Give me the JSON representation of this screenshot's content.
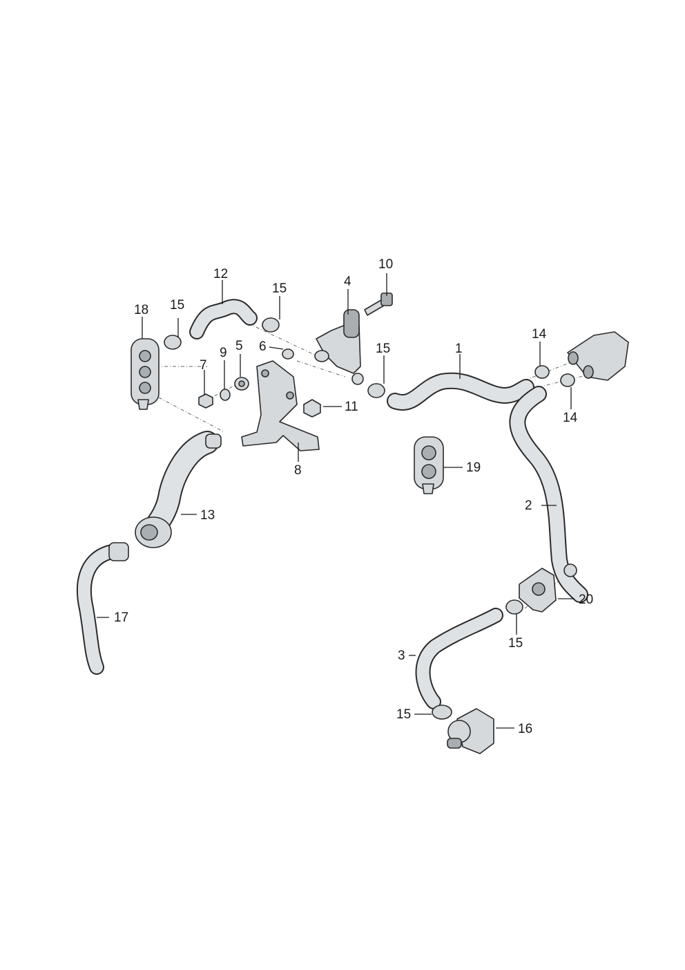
{
  "colors": {
    "hose_fill": "#dfe2e4",
    "hose_shade": "#c7ccd0",
    "part_fill": "#d6d9db",
    "part_dark": "#a9aeb2",
    "outline": "#2a2a2a"
  },
  "callouts": [
    {
      "id": "c1",
      "label": "1"
    },
    {
      "id": "c2",
      "label": "2"
    },
    {
      "id": "c3",
      "label": "3"
    },
    {
      "id": "c4",
      "label": "4"
    },
    {
      "id": "c5",
      "label": "5"
    },
    {
      "id": "c6",
      "label": "6"
    },
    {
      "id": "c7",
      "label": "7"
    },
    {
      "id": "c8",
      "label": "8"
    },
    {
      "id": "c9",
      "label": "9"
    },
    {
      "id": "c10",
      "label": "10"
    },
    {
      "id": "c11",
      "label": "11"
    },
    {
      "id": "c12",
      "label": "12"
    },
    {
      "id": "c13",
      "label": "13"
    },
    {
      "id": "c14a",
      "label": "14"
    },
    {
      "id": "c14b",
      "label": "14"
    },
    {
      "id": "c15a",
      "label": "15"
    },
    {
      "id": "c15b",
      "label": "15"
    },
    {
      "id": "c15c",
      "label": "15"
    },
    {
      "id": "c15d",
      "label": "15"
    },
    {
      "id": "c15e",
      "label": "15"
    },
    {
      "id": "c16",
      "label": "16"
    },
    {
      "id": "c17",
      "label": "17"
    },
    {
      "id": "c18",
      "label": "18"
    },
    {
      "id": "c19",
      "label": "19"
    },
    {
      "id": "c20",
      "label": "20"
    }
  ]
}
